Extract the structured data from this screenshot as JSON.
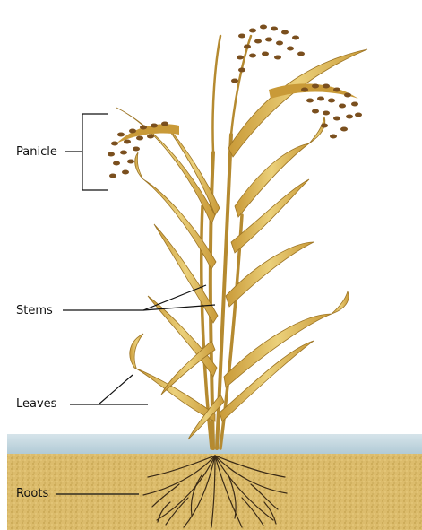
{
  "labels": {
    "panicle": "Panicle",
    "stems": "Stems",
    "leaves": "Leaves",
    "roots": "Roots"
  },
  "colors": {
    "background": "#ffffff",
    "water": "#bcd4e0",
    "soil": "#d9b968",
    "stem": "#c89d3c",
    "leaf": "#e2c46a",
    "leaf_shadow": "#a97e2a",
    "grain": "#7a4f1e",
    "root": "#3a2a16",
    "callout": "#111111"
  }
}
